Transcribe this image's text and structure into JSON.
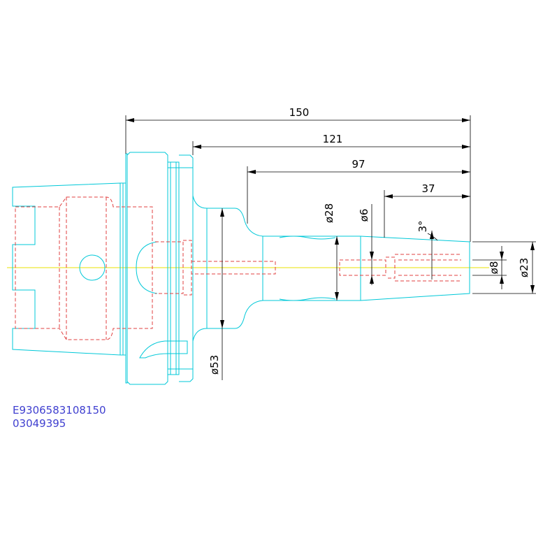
{
  "dimensions": {
    "length_150": "150",
    "length_121": "121",
    "length_97": "97",
    "length_37": "37",
    "dia_28": "ø28",
    "dia_6": "ø6",
    "angle_3": "3°",
    "dia_53": "ø53",
    "dia_8": "ø8",
    "dia_23": "ø23"
  },
  "part_code": {
    "line1": "E9306583108150",
    "line2": "03049395"
  },
  "colors": {
    "outline": "#00c8d8",
    "hidden_lines": "#e04040",
    "centerline": "#e8e000",
    "dimensions": "#000000",
    "part_code": "#4040d0"
  }
}
